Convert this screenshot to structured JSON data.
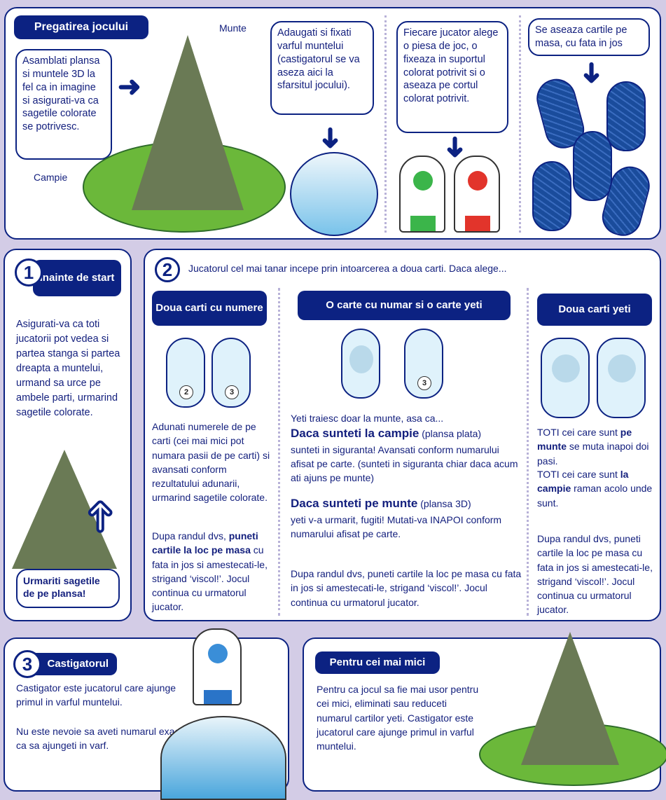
{
  "setup": {
    "title": "Pregatirea jocului",
    "munte": "Munte",
    "campie": "Campie",
    "bubble1": "Asamblati plansa si muntele 3D la fel ca in imagine si asigurati-va ca sagetile colorate se potrivesc.",
    "bubble2": "Adaugati si fixati varful muntelui (castigatorul se va aseza aici la sfarsitul jocului).",
    "bubble3": "Fiecare jucator alege o piesa de joc, o fixeaza in suportul colorat potrivit si o aseaza pe cortul colorat potrivit.",
    "bubble4": "Se aseaza cartile pe masa, cu fata in jos"
  },
  "step1": {
    "num": "1",
    "title": "Inainte de start",
    "text": "Asigurati-va ca toti jucatorii pot vedea si partea stanga si partea dreapta a muntelui, urmand sa urce pe ambele parti, urmarind sagetile colorate.",
    "callout": "Urmariti sagetile de pe plansa!"
  },
  "step2": {
    "num": "2",
    "intro": "Jucatorul cel mai tanar incepe prin intoarcerea a doua carti. Daca alege...",
    "col1": {
      "title": "Doua carti cu numere",
      "cards": [
        "2",
        "3"
      ],
      "text1": "Adunati numerele de pe carti (cei mai mici pot numara pasii de pe carti) si avansati conform rezultatului adunarii, urmarind sagetile colorate.",
      "text2a": "Dupa randul dvs, ",
      "text2b": "puneti cartile la loc pe masa",
      "text2c": " cu fata in jos si amestecati-le, strigand ‘viscol!’. Jocul continua cu urmatorul jucator."
    },
    "col2": {
      "title": "O carte cu numar si o carte yeti",
      "card": "3",
      "lead": "Yeti traiesc doar la munte, asa ca...",
      "h1": "Daca sunteti la campie",
      "h1s": " (plansa plata)",
      "p1": "sunteti in siguranta! Avansati conform numarului afisat pe carte. (sunteti in siguranta chiar daca acum ati ajuns pe munte)",
      "h2": "Daca sunteti pe munte",
      "h2s": " (plansa 3D)",
      "p2": "yeti v-a urmarit, fugiti! Mutati-va INAPOI conform numarului afisat pe carte.",
      "p3": "Dupa randul dvs, puneti cartile la loc pe masa cu fata in jos si amestecati-le, strigand ‘viscol!’. Jocul continua cu urmatorul jucator."
    },
    "col3": {
      "title": "Doua carti yeti",
      "t1": "TOTI cei care sunt ",
      "t1b": "pe munte",
      "t1c": " se muta inapoi doi pasi.",
      "t2": "TOTI  cei care sunt ",
      "t2b": "la campie",
      "t2c": " raman acolo unde sunt.",
      "p3": "Dupa randul dvs, puneti cartile la loc pe masa cu fata in jos si amestecati-le, strigand ‘viscol!’. Jocul continua cu urmatorul jucator."
    }
  },
  "step3": {
    "num": "3",
    "title": "Castigatorul",
    "p1": "Castigator este jucatorul care ajunge primul in varful muntelui.",
    "p2": "Nu este nevoie sa aveti numarul exact ca sa ajungeti in varf."
  },
  "small": {
    "title": "Pentru cei mai mici",
    "text": "Pentru ca jocul sa fie mai usor pentru cei mici, eliminati sau reduceti numarul cartilor yeti. Castigator este jucatorul care ajunge primul in varful muntelui."
  }
}
